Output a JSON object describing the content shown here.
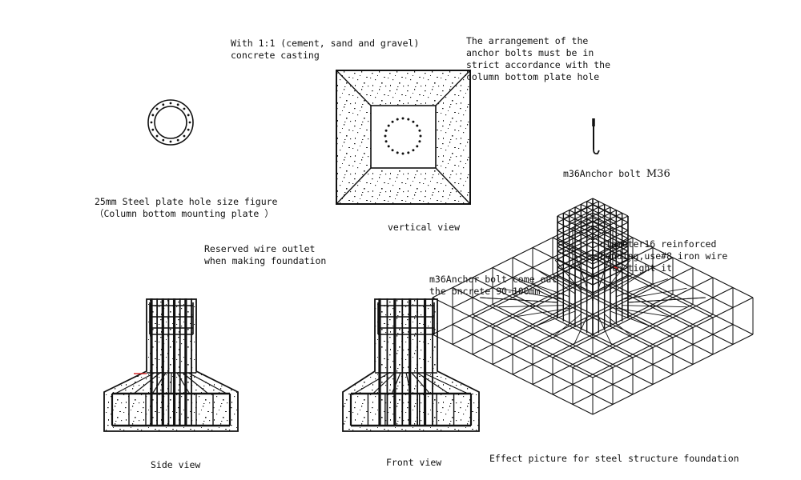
{
  "labels": {
    "casting_line1": "With 1:1 (cement, sand and gravel)",
    "casting_line2": "concrete casting",
    "anchor_arr_line1": "The arrangement of the",
    "anchor_arr_line2": "anchor bolts must be in",
    "anchor_arr_line3": "strict accordance with the",
    "anchor_arr_line4": "column bottom plate hole",
    "plate_line1": "25mm Steel plate hole size figure",
    "plate_line2": "（Column bottom mounting plate ）",
    "bolt_caption": "m36Anchor bolt ",
    "bolt_size": "M36",
    "wire_line1": "Reserved wire outlet",
    "wire_line2": "when making foundation",
    "vertical_view": "vertical view",
    "rebar_line1": "diameter16 reinforced",
    "rebar_line2": "bending,use#8 iron wire",
    "rebar_line3": "  to tight it",
    "bolt_out_line1": "m36Anchor bolt come out",
    "bolt_out_line2": "the oncrete 90-100mm",
    "side_view": "Side view",
    "front_view": "Front view",
    "effect_picture": "Effect picture for steel structure foundation"
  },
  "colors": {
    "line": "#111111",
    "accent": "#d62020",
    "speckle": "#222222"
  }
}
